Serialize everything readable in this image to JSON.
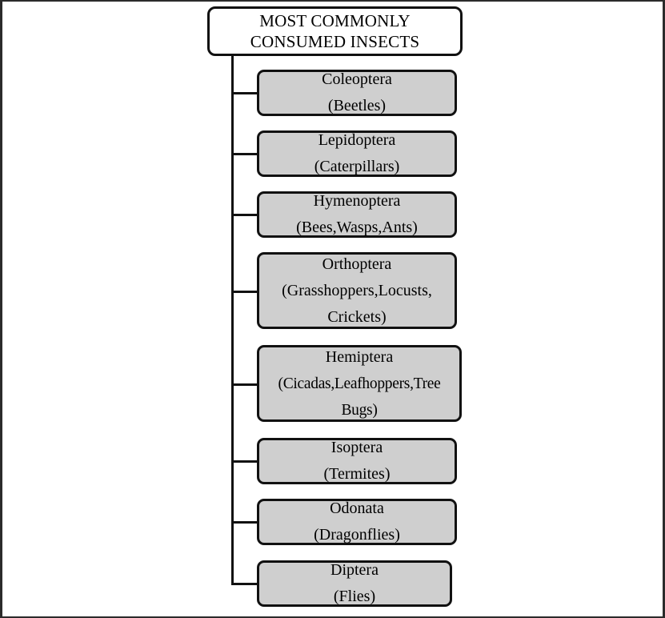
{
  "diagram": {
    "type": "tree",
    "orientation": "vertical-trunk-left",
    "root": {
      "title_line1": "MOST COMMONLY",
      "title_line2": "CONSUMED INSECTS",
      "fill_color": "#ffffff",
      "border_color": "#111111"
    },
    "style": {
      "node_fill": "#cfcfcf",
      "node_border": "#111111",
      "page_border": "#2b2b2b",
      "background": "#ffffff"
    },
    "nodes": [
      {
        "order": "Coleoptera",
        "common": "(Beetles)",
        "lines": [
          "Coleoptera",
          "(Beetles)"
        ]
      },
      {
        "order": "Lepidoptera",
        "common": "(Caterpillars)",
        "lines": [
          "Lepidoptera",
          "(Caterpillars)"
        ]
      },
      {
        "order": "Hymenoptera",
        "common": "(Bees,Wasps,Ants)",
        "lines": [
          "Hymenoptera",
          "(Bees,Wasps,Ants)"
        ]
      },
      {
        "order": "Orthoptera",
        "common": "(Grasshoppers,Locusts,Crickets)",
        "lines": [
          "Orthoptera",
          "(Grasshoppers,Locusts,",
          "Crickets)"
        ]
      },
      {
        "order": "Hemiptera",
        "common": "(Cicadas,Leafhoppers,Tree Bugs)",
        "lines": [
          "Hemiptera",
          "(Cicadas,Leafhoppers,Tree",
          "Bugs)"
        ]
      },
      {
        "order": "Isoptera",
        "common": "(Termites)",
        "lines": [
          "Isoptera",
          "(Termites)"
        ]
      },
      {
        "order": "Odonata",
        "common": "(Dragonflies)",
        "lines": [
          "Odonata",
          "(Dragonflies)"
        ]
      },
      {
        "order": "Diptera",
        "common": "(Flies)",
        "lines": [
          "Diptera",
          "(Flies)"
        ]
      }
    ]
  }
}
